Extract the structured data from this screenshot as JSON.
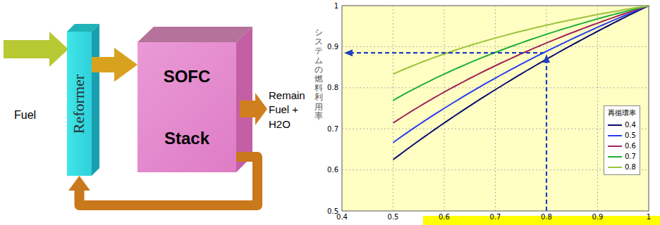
{
  "diagram": {
    "nodes": [
      {
        "text": [
          "Reformer"
        ]
      },
      {
        "text": [
          "SOFC Stack"
        ]
      }
    ],
    "edges": [
      {
        "from": 0,
        "to": 1,
        "arrow": "to"
      },
      {
        "from": 1,
        "to": 0,
        "arrow": "to"
      }
    ],
    "labels": [
      "Fuel",
      "Remain Fuel + H2O",
      "システムの燃料利用率",
      "1",
      "0.9",
      "0.8",
      "0.7",
      "0.6",
      "0.5",
      "0.4",
      "0.5",
      "0.6",
      "0.7",
      "0.8",
      "0.9",
      "1",
      "再循環率"
    ],
    "legend": [
      {
        "text": "0.4"
      },
      {
        "text": "0.5"
      },
      {
        "text": "0.6"
      },
      {
        "text": "0.7"
      },
      {
        "text": "0.8"
      }
    ]
  }
}
